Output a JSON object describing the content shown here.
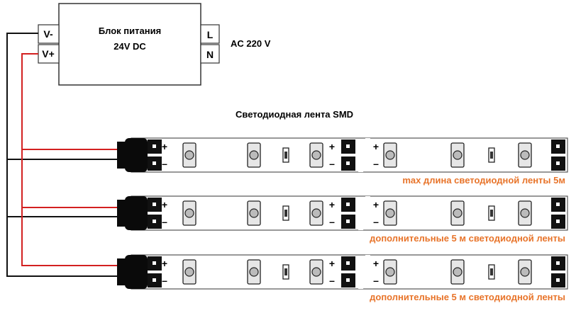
{
  "power_supply": {
    "title_line1": "Блок питания",
    "title_line2": "24V DC",
    "terminal_left_top": "V-",
    "terminal_left_bottom": "V+",
    "terminal_right_top": "L",
    "terminal_right_bottom": "N",
    "input_label": "AC 220 V"
  },
  "strip_title": "Светодиодная лента SMD",
  "strips": [
    {
      "note": "max длина светодиодной ленты 5м"
    },
    {
      "note": "дополнительные 5 м светодиодной ленты"
    },
    {
      "note": "дополнительные 5 м светодиодной ленты"
    }
  ],
  "pad_symbols": {
    "plus": "+",
    "minus": "–"
  },
  "colors": {
    "positive_wire": "#d32020",
    "negative_wire": "#111111",
    "note_text": "#e8742a",
    "connector": "#0a0a0a",
    "strip_outline": "#555555"
  }
}
